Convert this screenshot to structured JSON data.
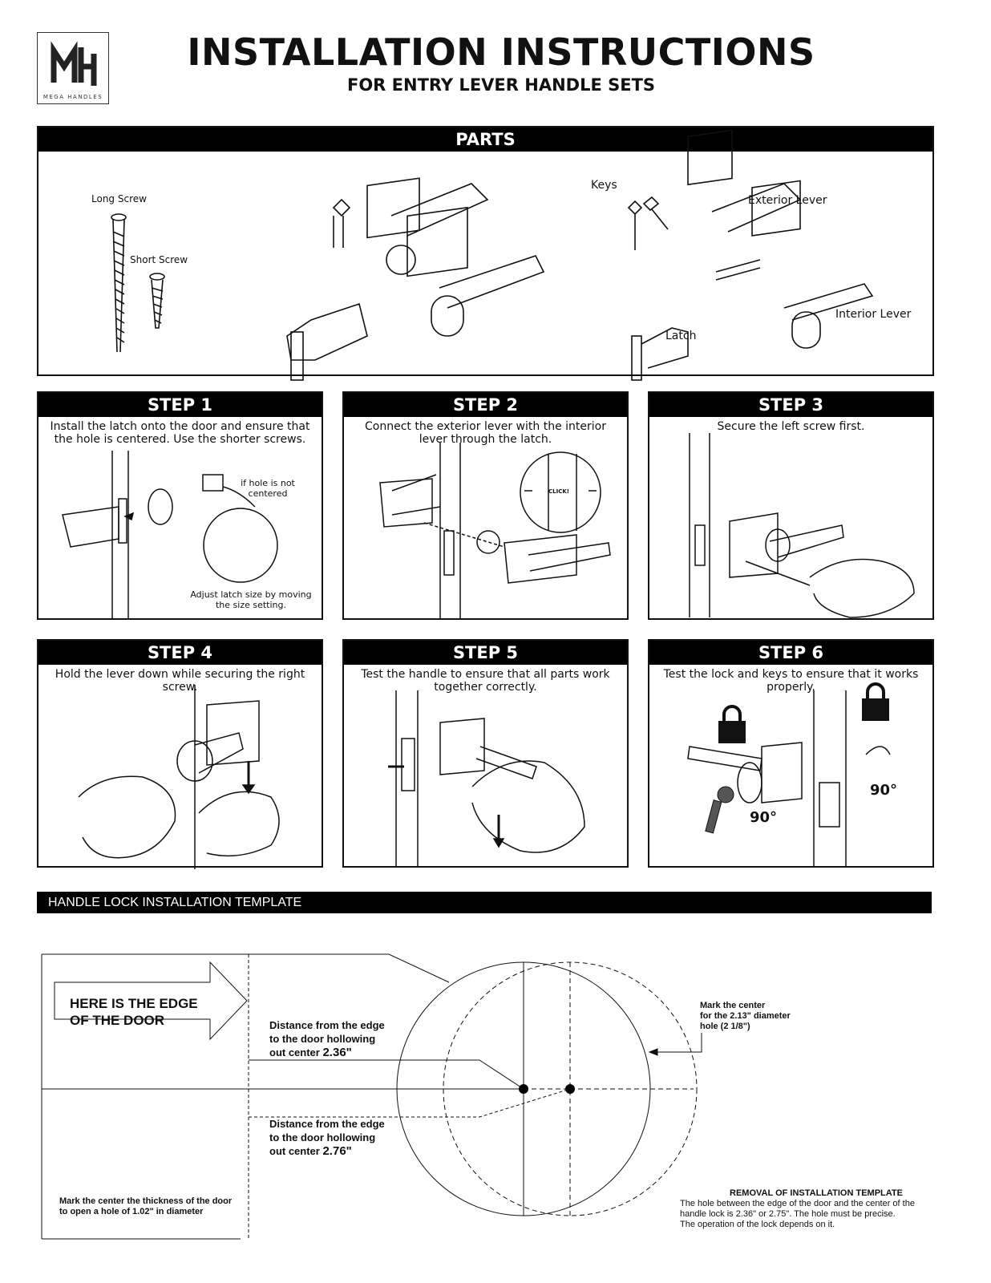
{
  "header": {
    "logo_mark": "MH",
    "logo_name": "MEGA HANDLES",
    "title": "INSTALLATION INSTRUCTIONS",
    "subtitle": "FOR ENTRY LEVER HANDLE SETS"
  },
  "parts": {
    "heading": "PARTS",
    "long_screw": "Long Screw",
    "short_screw": "Short Screw",
    "keys": "Keys",
    "exterior_lever": "Exterior Lever",
    "interior_lever": "Interior Lever",
    "latch": "Latch"
  },
  "steps": [
    {
      "title": "STEP 1",
      "text": "Install the latch onto the door and ensure that the hole is centered. Use the shorter screws.",
      "note1": "if hole is not centered",
      "note2": "Adjust latch size by moving the size setting."
    },
    {
      "title": "STEP 2",
      "text": "Connect the exterior lever with the interior lever through the latch.",
      "click": "CLICK!"
    },
    {
      "title": "STEP 3",
      "text": "Secure the left screw first."
    },
    {
      "title": "STEP 4",
      "text": "Hold the lever down while securing the right screw."
    },
    {
      "title": "STEP 5",
      "text": "Test the handle to ensure that all parts work together correctly."
    },
    {
      "title": "STEP 6",
      "text": "Test the lock and keys to ensure that it works properly.",
      "angle_left": "90°",
      "angle_right": "90°"
    }
  ],
  "template": {
    "heading": "HANDLE LOCK INSTALLATION TEMPLATE",
    "edge_line1": "HERE IS THE EDGE",
    "edge_line2": "OF THE DOOR",
    "dist1_line1": "Distance from the edge",
    "dist1_line2": "to the door hollowing",
    "dist1_line3": "out center",
    "dist1_value": "2.36\"",
    "dist2_line1": "Distance from the edge",
    "dist2_line2": "to the door hollowing",
    "dist2_line3": "out center",
    "dist2_value": "2.76\"",
    "mark_center_line1": "Mark the center",
    "mark_center_line2": "for the 2.13\" diameter",
    "mark_center_line3": "hole (2 1/8\")",
    "thickness_line1": "Mark the center the thickness of the door",
    "thickness_line2": "to open a hole of 1.02\" in diameter",
    "removal_title": "REMOVAL OF INSTALLATION TEMPLATE",
    "removal_line1": "The hole between the edge of the door and the center of the",
    "removal_line2": "handle lock is 2.36\" or 2.75\". The hole must be precise.",
    "removal_line3": "The operation of the lock depends on it."
  }
}
